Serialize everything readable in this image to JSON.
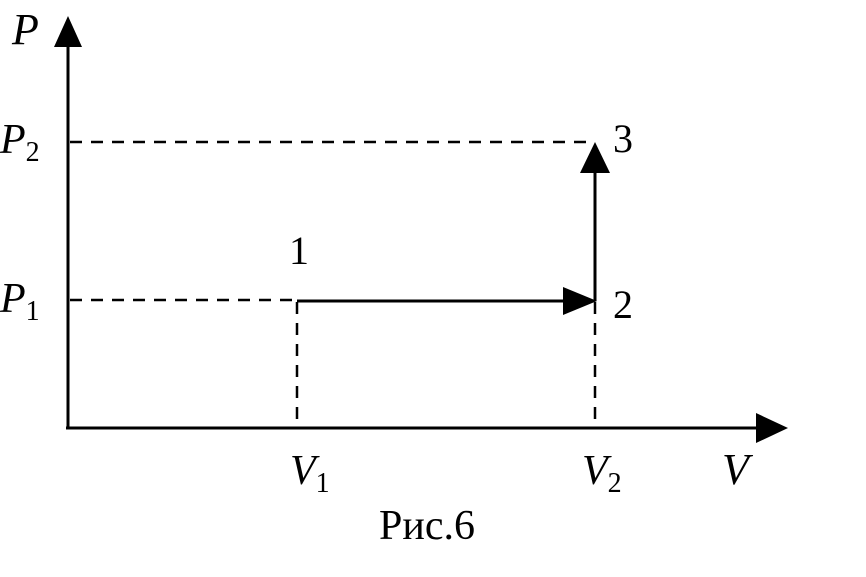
{
  "diagram": {
    "axes": {
      "y_symbol": "P",
      "x_symbol": "V"
    },
    "pressure_levels": [
      {
        "symbol": "P",
        "subscript": "2"
      },
      {
        "symbol": "P",
        "subscript": "1"
      }
    ],
    "volume_levels": [
      {
        "symbol": "V",
        "subscript": "1"
      },
      {
        "symbol": "V",
        "subscript": "2"
      }
    ],
    "state_points": [
      "1",
      "2",
      "3"
    ],
    "process_path": [
      "1",
      "2",
      "3"
    ],
    "caption": "Рис.6"
  }
}
